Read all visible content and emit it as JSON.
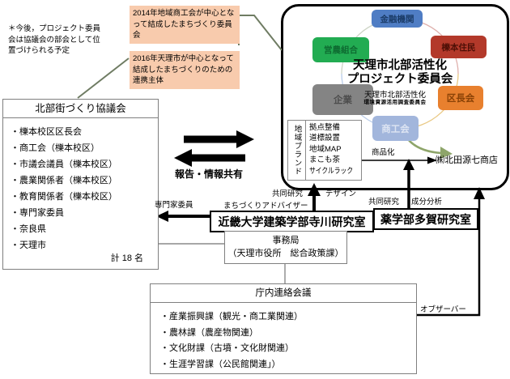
{
  "colors": {
    "callout_bg": "#f8cbad",
    "connector_olive": "#6f7c63",
    "connector_gray": "#8a8a8a",
    "arrow_black": "#000000",
    "green_arrow": "#8ea56a",
    "node_finance_bg": "#4f7dc4",
    "node_farm_bg": "#22ac52",
    "node_residents_bg": "#b3392a",
    "node_company_bg": "#848484",
    "node_ward_bg": "#e8802e",
    "node_commerce_bg": "#a2b6dc"
  },
  "note": "＊今後，プロジェクト委員会は協議会の部会として位置づけられる予定",
  "callouts": {
    "y2014": "2014年地域商工会が中心となって結成したまちづくり委員会",
    "y2016": "2016年天理市が中心となって結成したまちづくりのための連携主体"
  },
  "council": {
    "title": "北部街づくり協議会",
    "items": [
      "・櫟本校区区長会",
      "・商工会（櫟本校区）",
      "・市議会議員（櫟本校区）",
      "・農業関係者（櫟本校区）",
      "・教育関係者（櫟本校区）",
      "・専門家委員",
      "・奈良県",
      "・天理市"
    ],
    "total": "計 18 名"
  },
  "project": {
    "title_line1": "天理市北部活性化",
    "title_line2": "プロジェクト委員会",
    "subtitle": "天理市北部活性化",
    "subtitle_small": "環境資源活用調査委員会",
    "nodes": [
      {
        "label": "金融機関"
      },
      {
        "label": "営農組合"
      },
      {
        "label": "櫟本住民"
      },
      {
        "label": "企業"
      },
      {
        "label": "区長会"
      },
      {
        "label": "商工会"
      }
    ],
    "brand": {
      "label": "地域ブランド",
      "items": [
        "拠点整備",
        "道標設置",
        "地域MAP",
        "まこも茶",
        "サイクルラック"
      ]
    },
    "store": "㈱北田源七商店",
    "commercialization_label": "商品化"
  },
  "flows": {
    "report_share": "報告・情報共有",
    "expert_member": "専門家委員",
    "town_advisor": "まちづくりアドバイザー",
    "joint_research_left": "共同研究",
    "design": "デザイン",
    "joint_research_right": "共同研究",
    "component_analysis": "成分分析",
    "observer": "オブザーバー"
  },
  "labs": {
    "architecture": "近畿大学建築学部寺川研究室",
    "pharmacy": "薬学部多賀研究室"
  },
  "secretariat": {
    "line1": "事務局",
    "line2": "（天理市役所　総合政策課）"
  },
  "city_meeting": {
    "title": "庁内連絡会議",
    "items": [
      "・産業振興課（観光・商工業関連）",
      "・農林課（農産物関連）",
      "・文化財課（古墳・文化財関連）",
      "・生涯学習課（公民館関連」）"
    ]
  }
}
